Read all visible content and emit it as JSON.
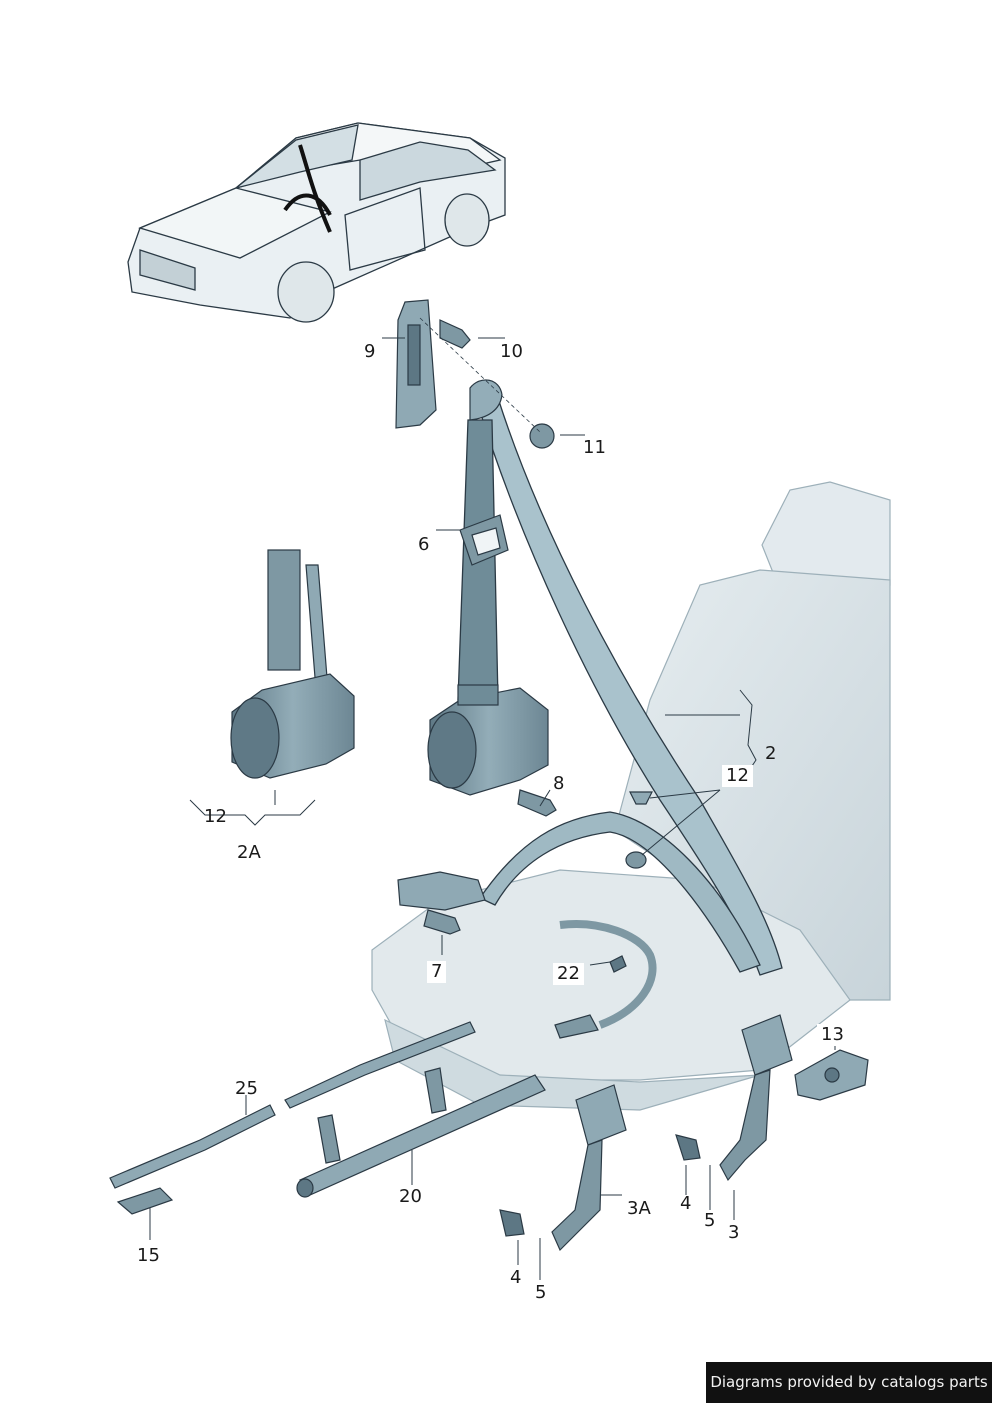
{
  "credit": "Diagrams provided by catalogs parts",
  "callouts": {
    "c9": "9",
    "c10": "10",
    "c11": "11",
    "c6": "6",
    "c2": "2",
    "c12a": "12",
    "c12b": "12",
    "c2A": "2A",
    "c8": "8",
    "c7": "7",
    "c22": "22",
    "c13": "13",
    "c25": "25",
    "c20": "20",
    "c15": "15",
    "c3A": "3A",
    "c4a": "4",
    "c5a": "5",
    "c3": "3",
    "c4b": "4",
    "c5b": "5"
  },
  "colors": {
    "line": "#2b3a45",
    "belt": "#a9c2cc",
    "belt_dark": "#6f8c98",
    "part": "#8fa9b4",
    "part_dark": "#5d7784",
    "seat": "#dde6ea",
    "seat_shadow": "#c9d5db",
    "car": "#eaf0f3"
  }
}
